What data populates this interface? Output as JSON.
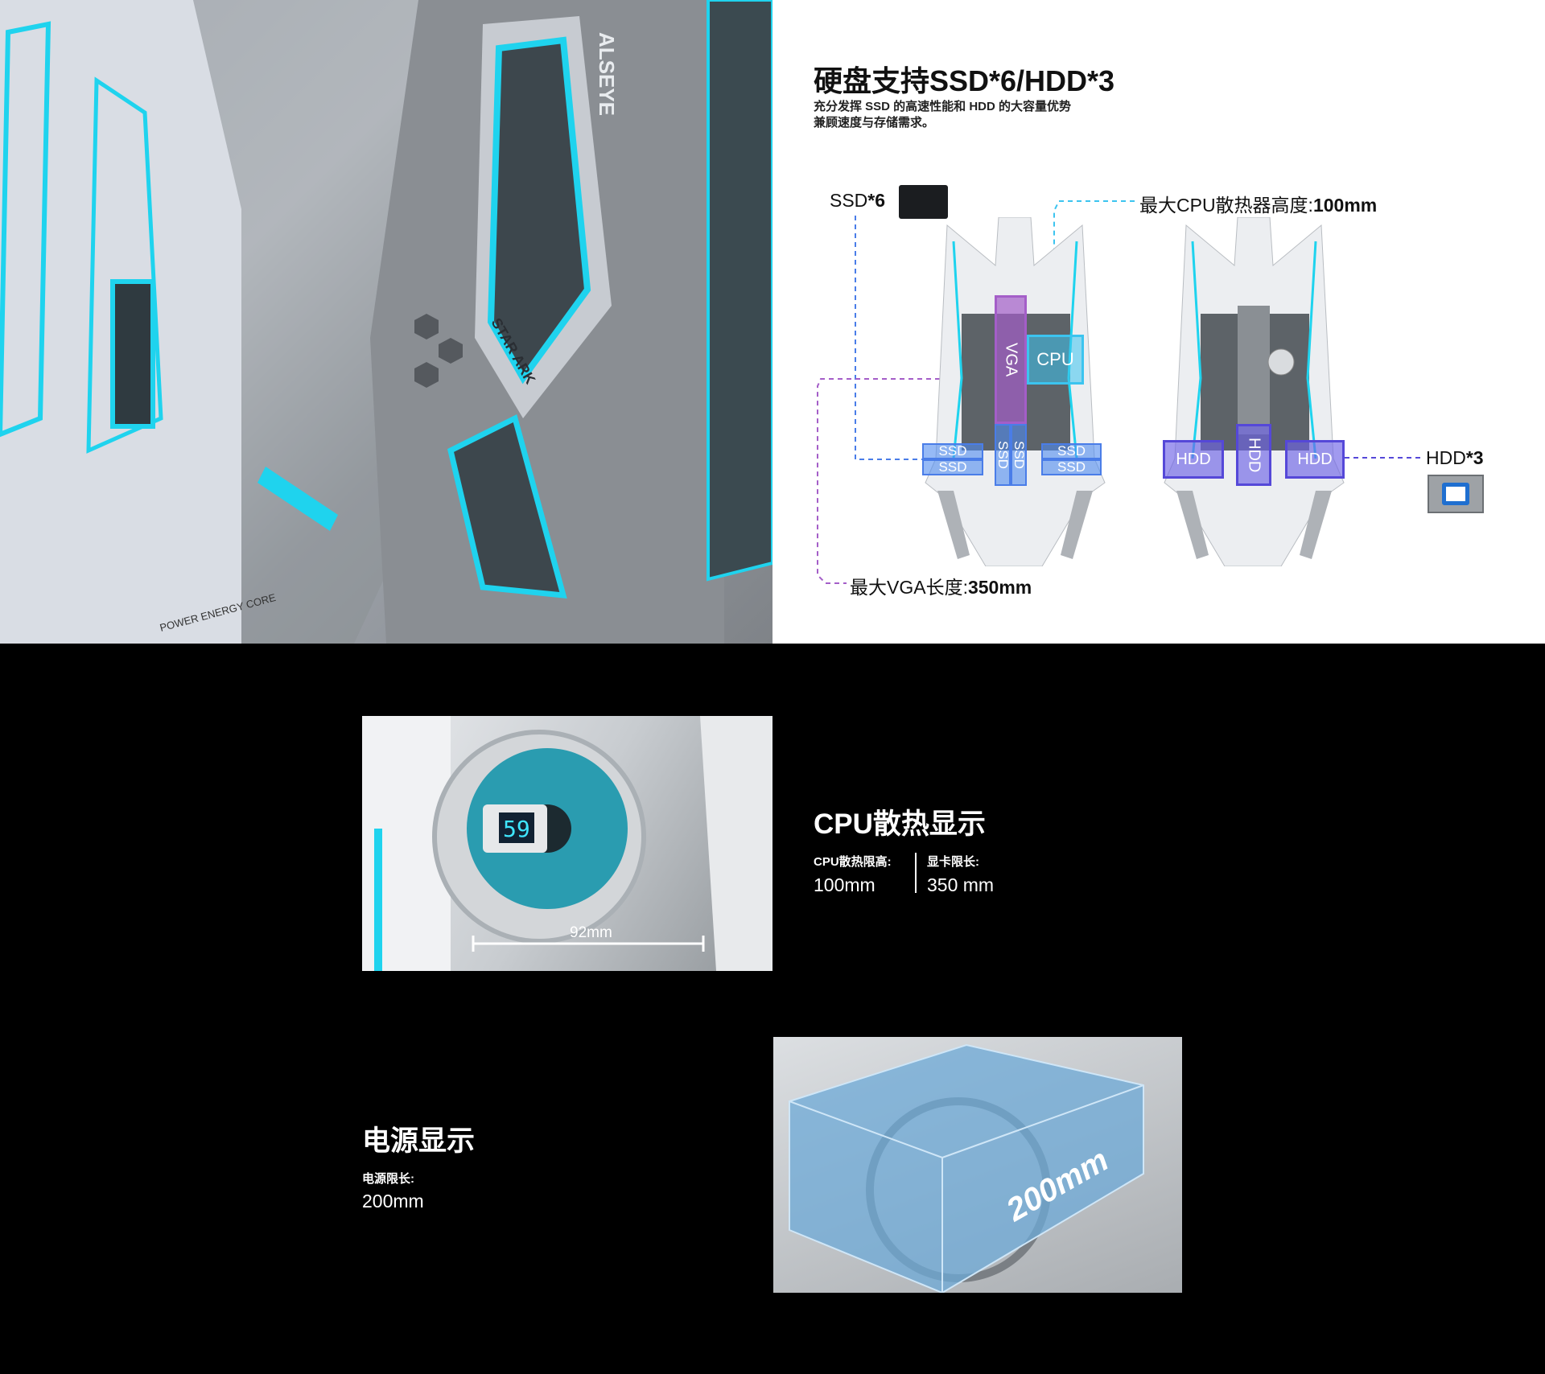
{
  "hero": {
    "brand": "ALSEYE",
    "series": "STAR ARK",
    "tagline": "POWER ENERGY CORE"
  },
  "storage": {
    "title": "硬盘支持SSD*6/HDD*3",
    "desc_line1": "充分发挥 SSD 的高速性能和 HDD 的大容量优势",
    "desc_line2": "兼顾速度与存储需求。",
    "ssd_label": "SSD",
    "ssd_count": "*6",
    "cpu_label": "最大CPU散热器高度:",
    "cpu_value": "100mm",
    "vga_label": "最大VGA长度:",
    "vga_value": "350mm",
    "hdd_label": "HDD",
    "hdd_count": "*3",
    "box_vga": "VGA",
    "box_cpu": "CPU",
    "box_ssd": "SSD",
    "box_hdd": "HDD"
  },
  "cpu_section": {
    "title": "CPU散热显示",
    "spec1_label": "CPU散热限高:",
    "spec1_value": "100mm",
    "spec2_label": "显卡限长:",
    "spec2_value": "350 mm",
    "fan_width": "92mm",
    "display_reading": "59"
  },
  "psu_section": {
    "title": "电源显示",
    "spec_label": "电源限长:",
    "spec_value": "200mm",
    "box_length": "200mm"
  },
  "colors": {
    "accent_cyan": "#1fd3ee",
    "ssd_blue": "#4a7de8",
    "hdd_purple": "#5548d8",
    "vga_purple": "#a45ec8"
  }
}
